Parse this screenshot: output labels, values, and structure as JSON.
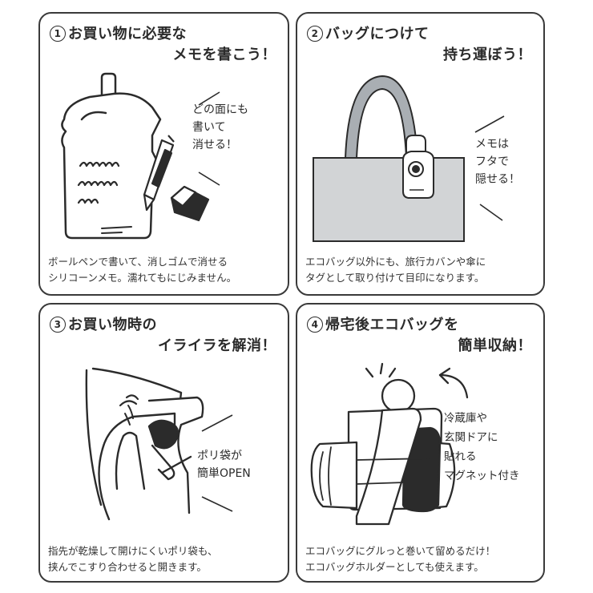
{
  "panels": [
    {
      "number": "1",
      "title_line1": "お買い物に必要な",
      "title_line2": "メモを書こう！",
      "callout": [
        "どの面にも",
        "書いて",
        "消せる！"
      ],
      "description": [
        "ボールペンで書いて、消しゴムで消せる",
        "シリコーンメモ。濡れてもにじみません。"
      ]
    },
    {
      "number": "2",
      "title_line1": "バッグにつけて",
      "title_line2": "持ち運ぼう！",
      "callout": [
        "メモは",
        "フタで",
        "隠せる！"
      ],
      "description": [
        "エコバッグ以外にも、旅行カバンや傘に",
        "タグとして取り付けて目印になります。"
      ]
    },
    {
      "number": "3",
      "title_line1": "お買い物時の",
      "title_line2": "イライラを解消！",
      "callout": [
        "ポリ袋が",
        "簡単OPEN"
      ],
      "description": [
        "指先が乾燥して開けにくいポリ袋も、",
        "挟んでこすり合わせると開きます。"
      ]
    },
    {
      "number": "4",
      "title_line1": "帰宅後エコバッグを",
      "title_line2": "簡単収納！",
      "callout": [
        "冷蔵庫や",
        "玄関ドアに",
        "貼れる",
        "マグネット付き"
      ],
      "description": [
        "エコバッグにグルっと巻いて留めるだけ！",
        "エコバッグホルダーとしても使えます。"
      ]
    }
  ],
  "colors": {
    "border": "#3a3a3a",
    "text": "#2b2b2b",
    "bag_fill": "#d2d4d6",
    "strap_fill": "#a9aeb3",
    "dark": "#222222"
  },
  "icons": [
    "memo-illustration",
    "pen-icon",
    "eraser-icon",
    "tote-bag-illustration",
    "memo-tag-icon",
    "hand-rubbing-illustration",
    "rolled-bag-illustration",
    "curved-arrow-icon"
  ]
}
